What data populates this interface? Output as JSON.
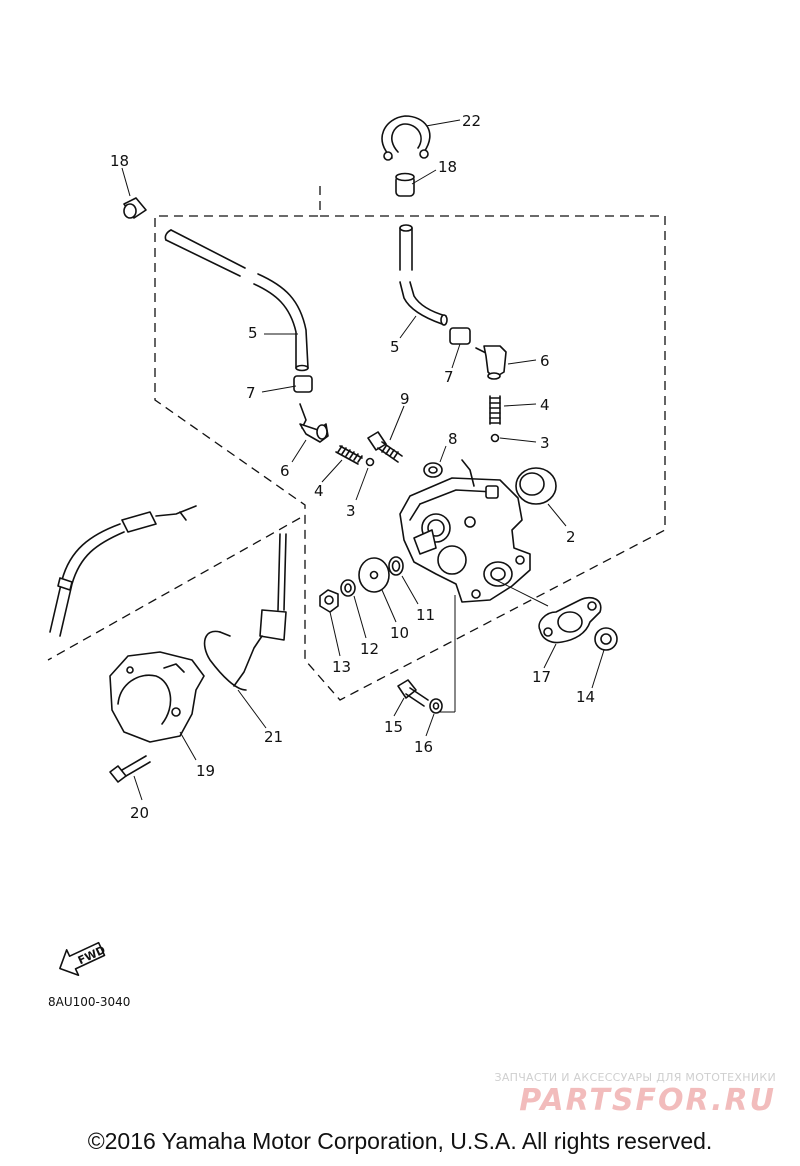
{
  "diagram": {
    "callouts": [
      {
        "id": "c22",
        "label": "22"
      },
      {
        "id": "c18a",
        "label": "18"
      },
      {
        "id": "c18b",
        "label": "18"
      },
      {
        "id": "c5a",
        "label": "5"
      },
      {
        "id": "c5b",
        "label": "5"
      },
      {
        "id": "c7a",
        "label": "7"
      },
      {
        "id": "c7b",
        "label": "7"
      },
      {
        "id": "c6a",
        "label": "6"
      },
      {
        "id": "c6b",
        "label": "6"
      },
      {
        "id": "c9",
        "label": "9"
      },
      {
        "id": "c4a",
        "label": "4"
      },
      {
        "id": "c4b",
        "label": "4"
      },
      {
        "id": "c3a",
        "label": "3"
      },
      {
        "id": "c3b",
        "label": "3"
      },
      {
        "id": "c8",
        "label": "8"
      },
      {
        "id": "c2",
        "label": "2"
      },
      {
        "id": "c11",
        "label": "11"
      },
      {
        "id": "c10",
        "label": "10"
      },
      {
        "id": "c12",
        "label": "12"
      },
      {
        "id": "c13",
        "label": "13"
      },
      {
        "id": "c17",
        "label": "17"
      },
      {
        "id": "c14",
        "label": "14"
      },
      {
        "id": "c15",
        "label": "15"
      },
      {
        "id": "c16",
        "label": "16"
      },
      {
        "id": "c21",
        "label": "21"
      },
      {
        "id": "c19",
        "label": "19"
      },
      {
        "id": "c20",
        "label": "20"
      }
    ],
    "fwd_label": "FWD",
    "code": "8AU100-3040"
  },
  "watermark": {
    "tagline": "ЗАПЧАСТИ И АКСЕССУАРЫ ДЛЯ МОТОТЕХНИКИ",
    "brand": "PARTSFOR.RU"
  },
  "copyright": "©2016 Yamaha Motor Corporation, U.S.A. All rights reserved."
}
